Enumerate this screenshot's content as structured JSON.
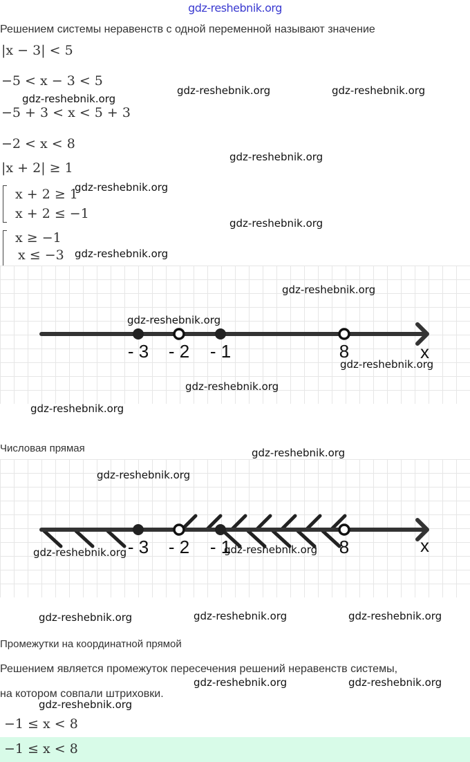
{
  "header": {
    "watermark": "gdz-reshebnik.org"
  },
  "intro": "Решением системы неравенств с одной переменной называют значение",
  "steps": {
    "ineq1": [
      "|",
      "x",
      " − 3|  <  5"
    ],
    "ineq1_text": "|x − 3|  <  5",
    "line2": "−5  <  x − 3  <  5",
    "line3": "−5 + 3  <  x  <  5 + 3",
    "line4": "−2  <  x  <  8",
    "ineq2_text": "|x + 2|  ≥  1",
    "set1": [
      "x + 2  ≥  1",
      "x + 2  ≤  −1"
    ],
    "set2": [
      "x  ≥  −1",
      "x  ≤  −3"
    ]
  },
  "diagram1": {
    "axis_label": "x",
    "points": [
      {
        "value": -3,
        "label": "- 3",
        "filled": true
      },
      {
        "value": -2,
        "label": "- 2",
        "filled": false
      },
      {
        "value": -1,
        "label": "- 1",
        "filled": true
      },
      {
        "value": 8,
        "label": "8",
        "filled": false
      }
    ]
  },
  "caption1": "Числовая прямая",
  "diagram2": {
    "axis_label": "x",
    "points": [
      {
        "value": -3,
        "label": "- 3",
        "filled": true
      },
      {
        "value": -2,
        "label": "- 2",
        "filled": false
      },
      {
        "value": -1,
        "label": "- 1",
        "filled": true
      },
      {
        "value": 8,
        "label": "8",
        "filled": false
      }
    ],
    "hatching": [
      {
        "from": "-inf",
        "to": -3,
        "side": "below",
        "direction": "backslash"
      },
      {
        "from": -2,
        "to": 8,
        "side": "above",
        "direction": "slash"
      },
      {
        "from": -1,
        "to": 8,
        "side": "below",
        "direction": "backslash"
      }
    ]
  },
  "caption2": "Промежутки на координатной прямой",
  "conclusion_line1": "Решением является промежуток пересечения решений неравенств системы,",
  "conclusion_line2": "на котором совпали штриховки.",
  "result": "−1  ≤  x  <  8",
  "answer": "−1  ≤  x  <  8",
  "watermark": "gdz-reshebnik.org"
}
